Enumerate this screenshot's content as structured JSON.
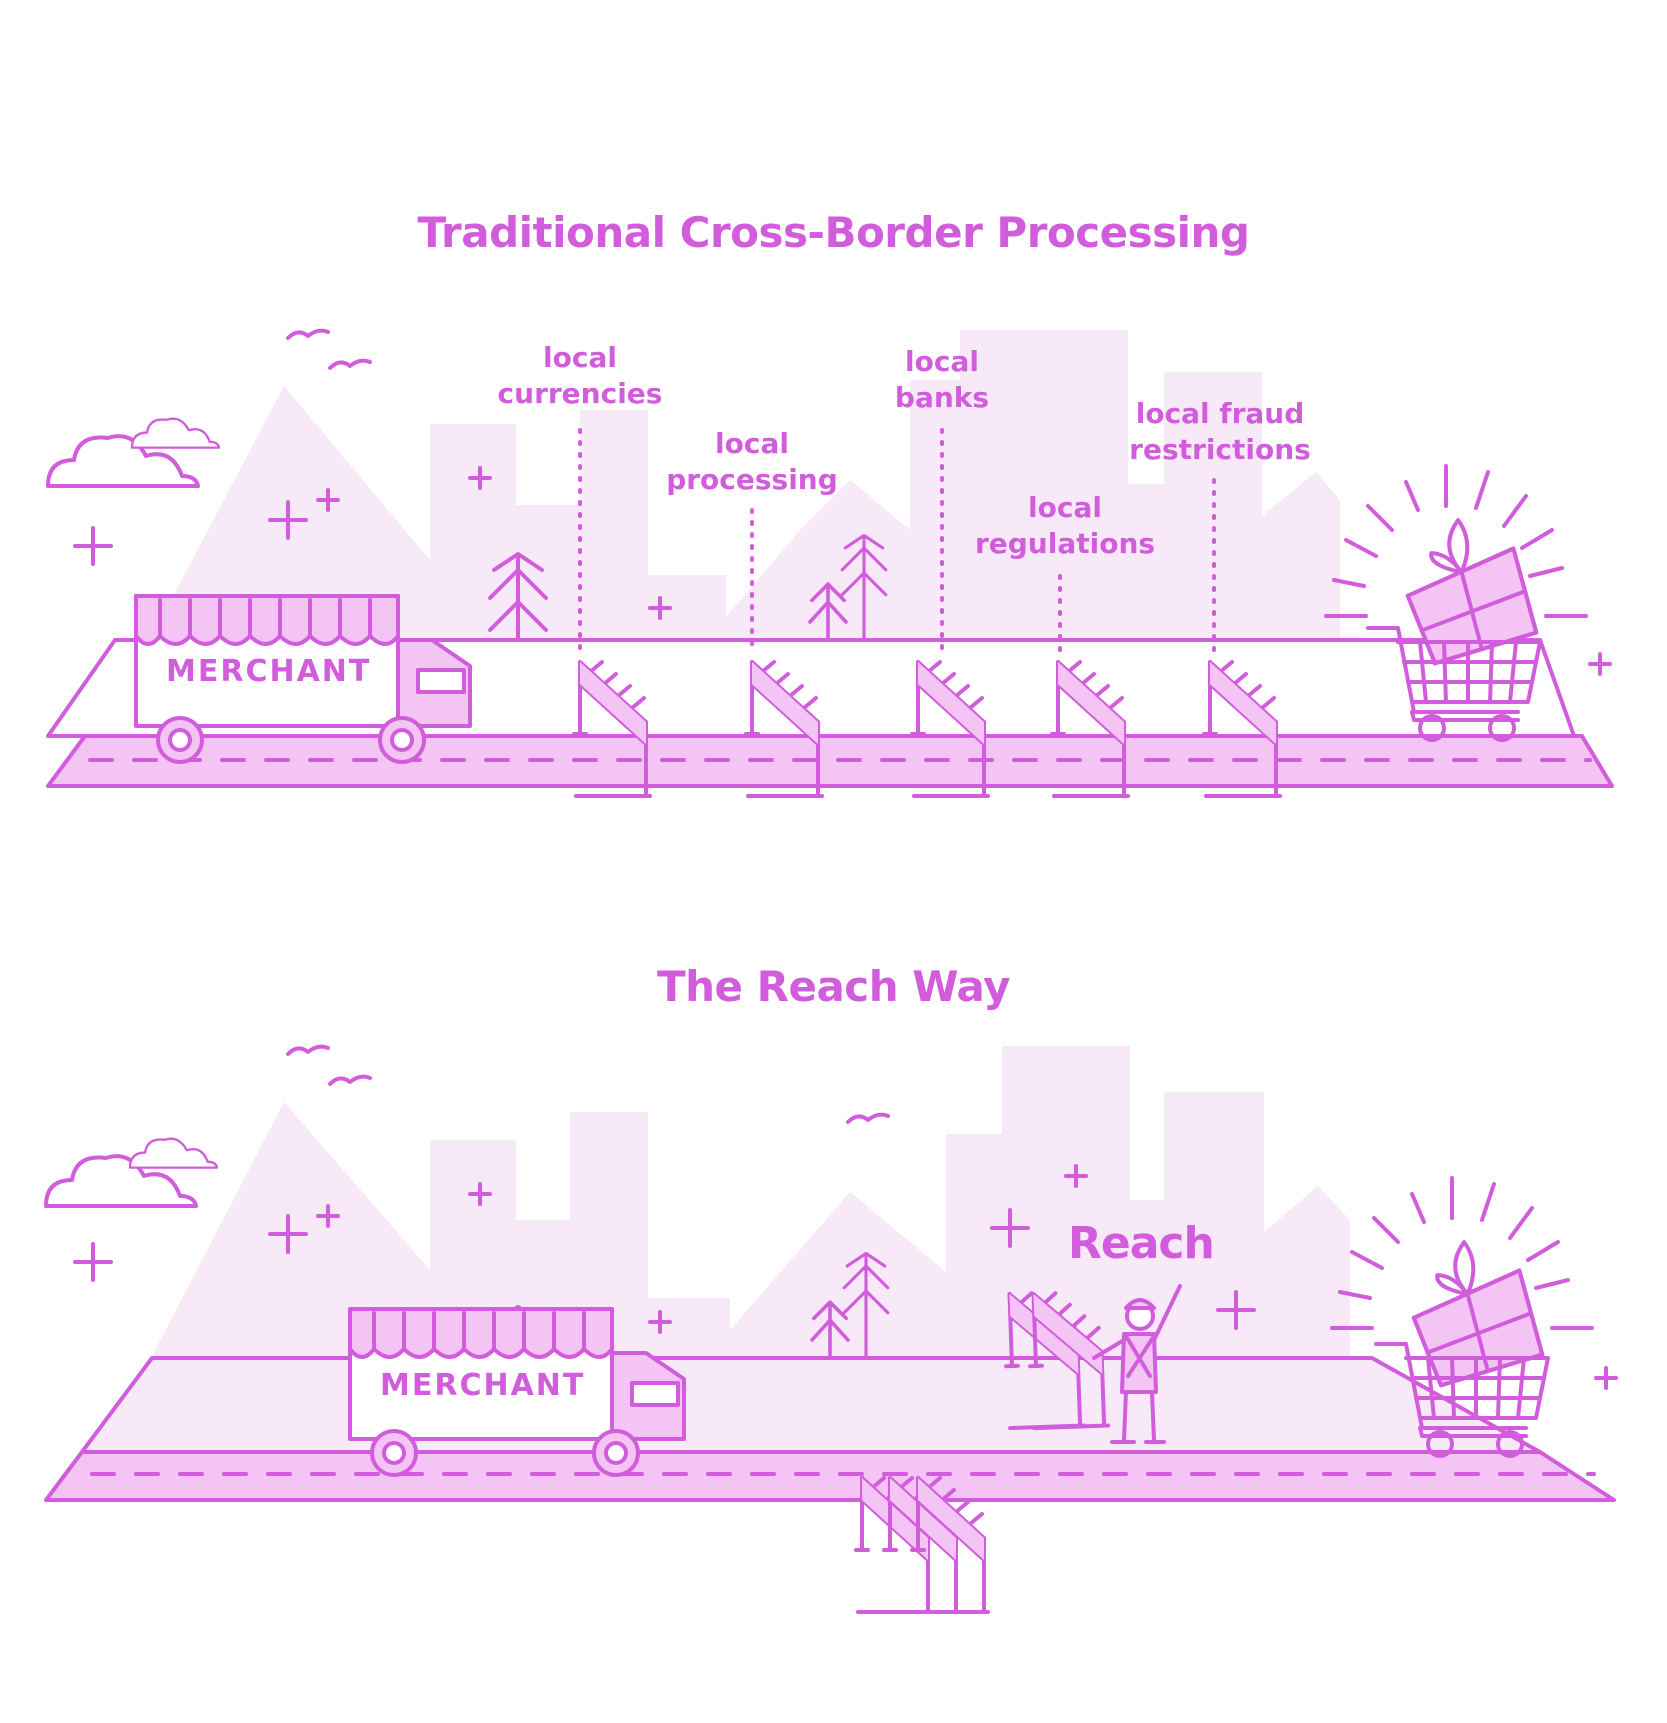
{
  "colors": {
    "primary": "#d15ddc",
    "light_fill": "#f8e9f8",
    "mid_fill": "#f3c4f4",
    "white": "#ffffff"
  },
  "traditional": {
    "title": "Traditional Cross-Border Processing",
    "truck_label": "MERCHANT",
    "barriers": [
      {
        "line1": "local",
        "line2": "currencies"
      },
      {
        "line1": "local",
        "line2": "processing"
      },
      {
        "line1": "local",
        "line2": "banks"
      },
      {
        "line1": "local",
        "line2": "regulations"
      },
      {
        "line1": "local fraud",
        "line2": "restrictions"
      }
    ]
  },
  "reach": {
    "title": "The Reach Way",
    "truck_label": "MERCHANT",
    "logo_text": "Reach"
  },
  "icons": [
    "cloud-icon",
    "bird-icon",
    "tree-icon",
    "plus-sparkle-icon",
    "truck-icon",
    "barrier-icon",
    "gift-icon",
    "shopping-cart-icon",
    "worker-icon"
  ]
}
